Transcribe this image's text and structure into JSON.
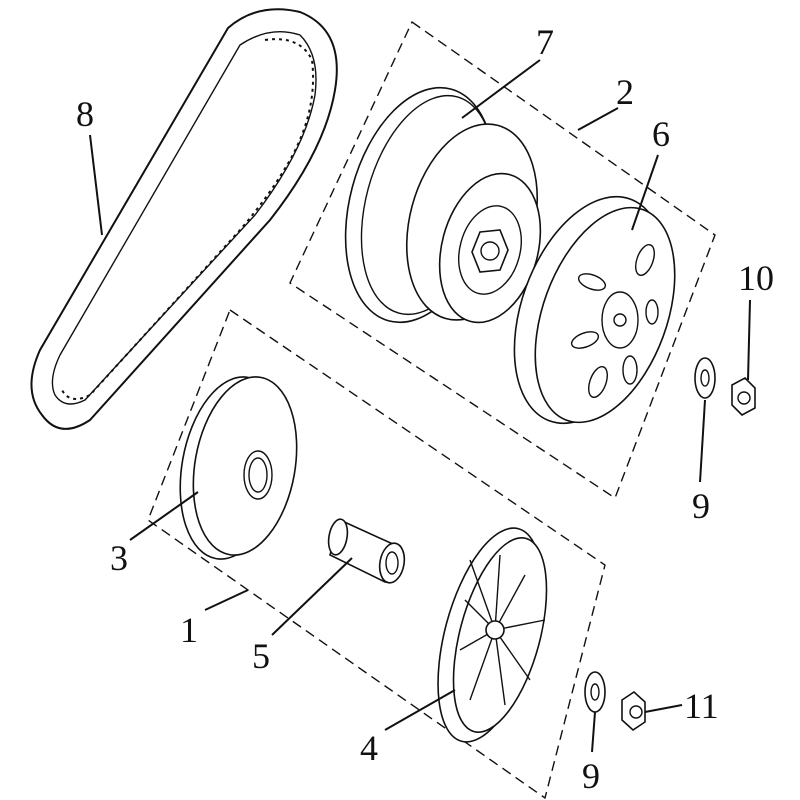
{
  "diagram": {
    "title": "",
    "callouts": [
      {
        "id": "belt",
        "label": "8"
      },
      {
        "id": "clutch",
        "label": "7"
      },
      {
        "id": "driven-assembly",
        "label": "2"
      },
      {
        "id": "clutch-bell",
        "label": "6"
      },
      {
        "id": "nut-top",
        "label": "10"
      },
      {
        "id": "washer-top",
        "label": "9"
      },
      {
        "id": "movable-sheave",
        "label": "3"
      },
      {
        "id": "drive-assembly",
        "label": "1"
      },
      {
        "id": "sleeve",
        "label": "5"
      },
      {
        "id": "fan-sheave",
        "label": "4"
      },
      {
        "id": "washer-bottom",
        "label": "9"
      },
      {
        "id": "nut-bottom",
        "label": "11"
      }
    ]
  }
}
